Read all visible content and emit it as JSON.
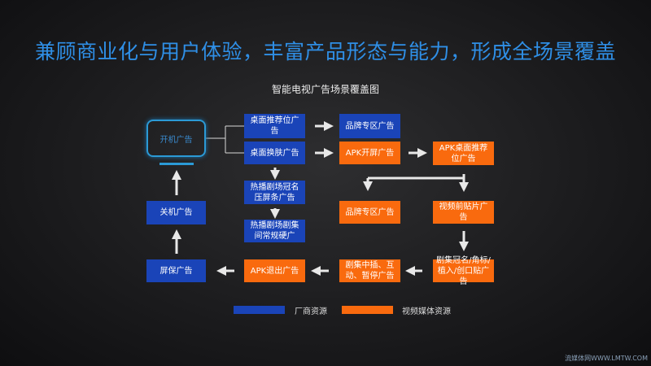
{
  "title": "兼顾商业化与用户体验，丰富产品形态与能力，形成全场景覆盖",
  "subtitle": "智能电视广告场景覆盖图",
  "nodes": {
    "boot": "开机广告",
    "desktop_rec": "桌面推荐位广告",
    "desktop_skin": "桌面换肤广告",
    "brand_zone_1": "品牌专区广告",
    "apk_splash": "APK开屏广告",
    "apk_desktop": "APK桌面推荐位广告",
    "hot_title": "热播剧场冠名压屏条广告",
    "hot_episode": "热播剧场剧集间常规硬广",
    "shutdown": "关机广告",
    "brand_zone_2": "品牌专区广告",
    "pre_roll": "视频前贴片广告",
    "screensaver": "屏保广告",
    "apk_exit": "APK退出广告",
    "mid_roll": "剧集中插、互动、暂停广告",
    "episode_title": "剧集冠名/角标/植入/创口贴广告"
  },
  "legend": {
    "vendor": "厂商资源",
    "media": "视频媒体资源",
    "vendor_color": "#1a44b8",
    "media_color": "#f96a0e"
  },
  "watermark": "流媒体网WWW.LMTW.COM"
}
